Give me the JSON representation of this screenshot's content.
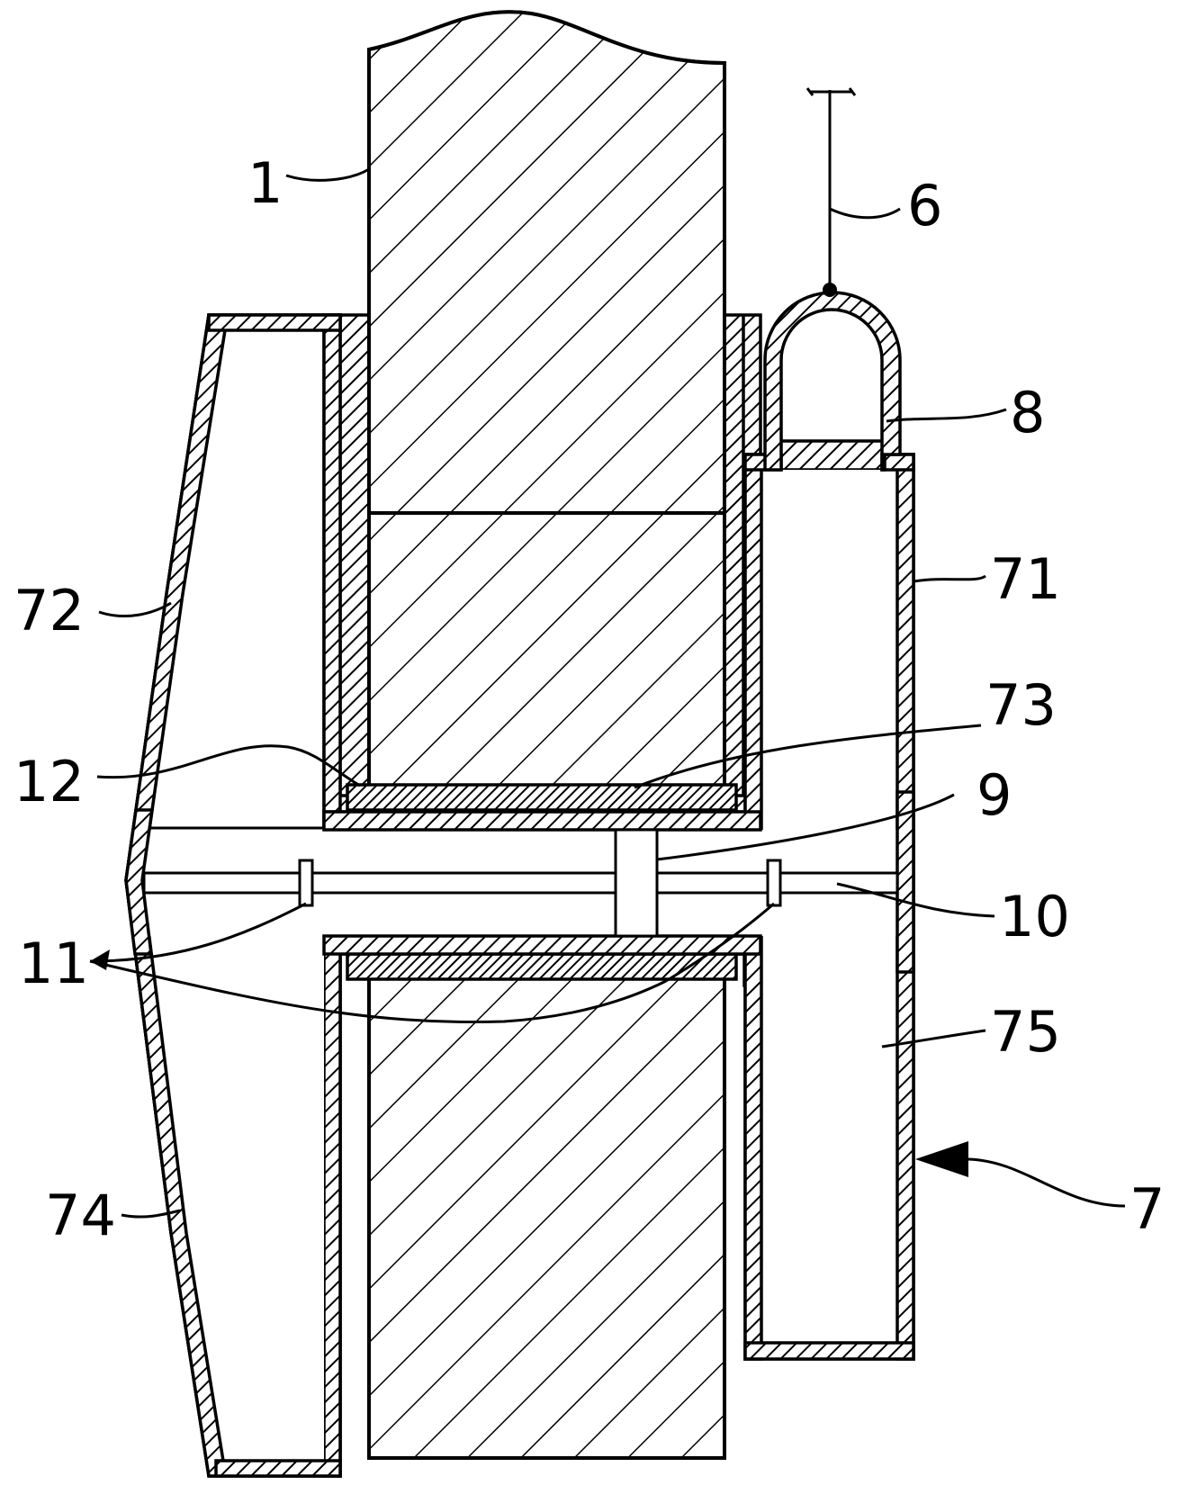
{
  "labels": {
    "l1": "1",
    "l6": "6",
    "l7": "7",
    "l8": "8",
    "l9": "9",
    "l10": "10",
    "l11": "11",
    "l12": "12",
    "l71": "71",
    "l72": "72",
    "l73": "73",
    "l74": "74",
    "l75": "75"
  },
  "colors": {
    "line": "#000000",
    "background": "#ffffff"
  }
}
